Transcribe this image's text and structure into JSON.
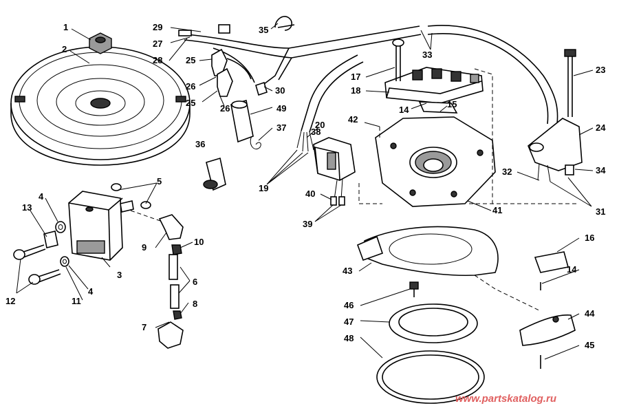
{
  "parts": {
    "p1": "1",
    "p2": "2",
    "p3": "3",
    "p4a": "4",
    "p4b": "4",
    "p5": "5",
    "p6": "6",
    "p7": "7",
    "p8": "8",
    "p9": "9",
    "p10": "10",
    "p11": "11",
    "p12": "12",
    "p13": "13",
    "p14a": "14",
    "p14b": "14",
    "p15": "15",
    "p16": "16",
    "p17": "17",
    "p18": "18",
    "p19": "19",
    "p20": "20",
    "p23": "23",
    "p24": "24",
    "p25a": "25",
    "p25b": "25",
    "p26a": "26",
    "p26b": "26",
    "p27": "27",
    "p28": "28",
    "p29": "29",
    "p30": "30",
    "p31": "31",
    "p32": "32",
    "p33": "33",
    "p34": "34",
    "p35": "35",
    "p36": "36",
    "p37": "37",
    "p38": "38",
    "p39": "39",
    "p40": "40",
    "p41": "41",
    "p42": "42",
    "p43": "43",
    "p44": "44",
    "p45": "45",
    "p46": "46",
    "p47": "47",
    "p48": "48",
    "p49": "49"
  },
  "watermark": "www.partskatalog.ru"
}
